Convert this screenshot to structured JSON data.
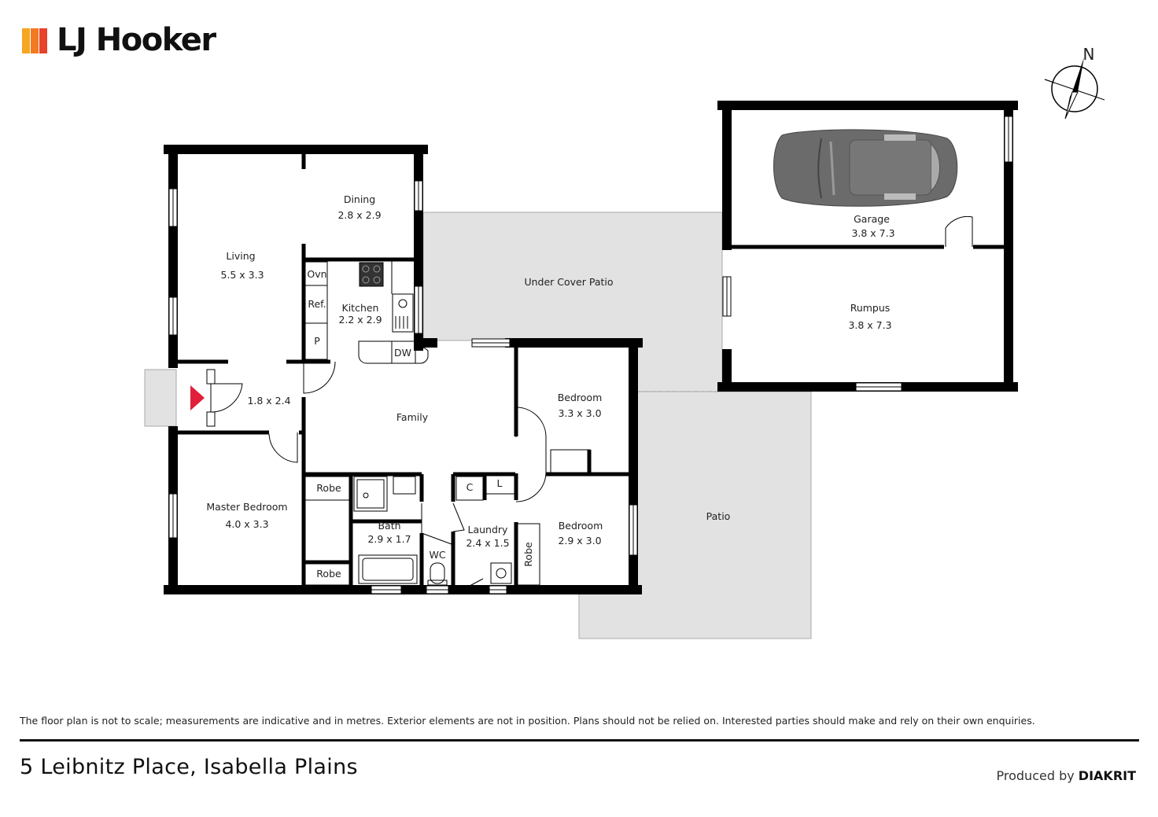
{
  "brand": {
    "name": "LJ Hooker",
    "bar_colors": [
      "#F5A623",
      "#F27A21",
      "#E8412C"
    ]
  },
  "compass": {
    "north_label": "N"
  },
  "rooms": {
    "dining": {
      "name": "Dining",
      "size": "2.8 x 2.9"
    },
    "living": {
      "name": "Living",
      "size": "5.5 x 3.3"
    },
    "kitchen": {
      "name": "Kitchen",
      "size": "2.2 x 2.9",
      "oven": "Ovn",
      "fridge": "Ref.",
      "pantry": "P",
      "dishwasher": "DW"
    },
    "entry": {
      "size": "1.8 x 2.4"
    },
    "family": {
      "name": "Family"
    },
    "bedroom1": {
      "name": "Bedroom",
      "size": "3.3 x 3.0"
    },
    "master": {
      "name": "Master Bedroom",
      "size": "4.0 x 3.3"
    },
    "robe_top": {
      "name": "Robe"
    },
    "robe_bottom": {
      "name": "Robe"
    },
    "robe_side": {
      "name": "Robe"
    },
    "bath": {
      "name": "Bath",
      "size": "2.9 x 1.7"
    },
    "wc": {
      "name": "WC"
    },
    "cupboard": {
      "name": "C"
    },
    "linen": {
      "name": "L"
    },
    "laundry": {
      "name": "Laundry",
      "size": "2.4 x 1.5"
    },
    "bedroom2": {
      "name": "Bedroom",
      "size": "2.9 x 3.0"
    },
    "under_cover_patio": {
      "name": "Under Cover Patio"
    },
    "patio": {
      "name": "Patio"
    },
    "garage": {
      "name": "Garage",
      "size": "3.8 x 7.3"
    },
    "rumpus": {
      "name": "Rumpus",
      "size": "3.8 x 7.3"
    }
  },
  "colors": {
    "wall": "#000000",
    "outdoor": "#e2e2e2",
    "entry_arrow": "#e0203a",
    "car": "#6b6b6b"
  },
  "disclaimer": "The floor plan is not to scale; measurements are indicative and in metres. Exterior elements are not in position. Plans should not be relied on. Interested parties should make and rely on their own enquiries.",
  "footer": {
    "address": "5 Leibnitz Place, Isabella Plains",
    "produced_prefix": "Produced by",
    "produced_brand": "DIAKRIT"
  }
}
